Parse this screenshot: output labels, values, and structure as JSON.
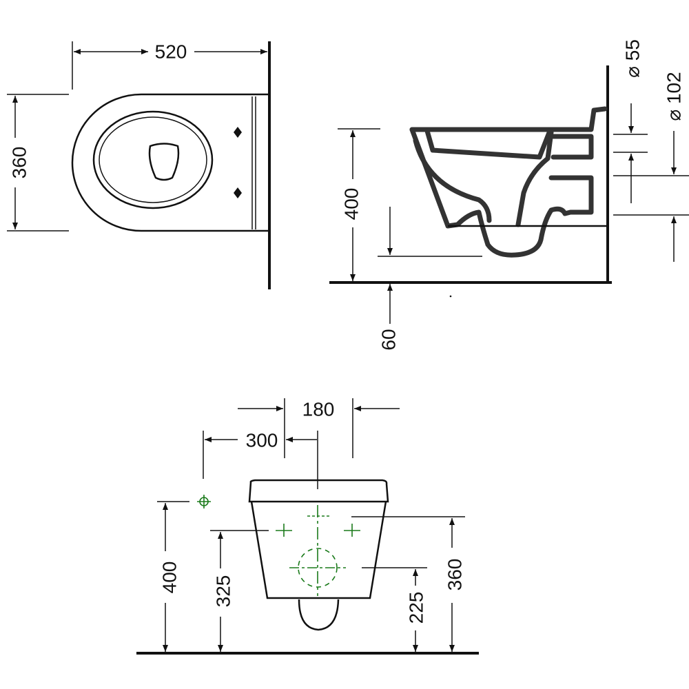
{
  "drawing": {
    "top_view": {
      "width_label": "520",
      "depth_label": "360"
    },
    "side_view": {
      "height_label": "400",
      "floor_offset_label": "60",
      "inlet_diameter_label": "⌀ 55",
      "outlet_diameter_label": "⌀ 102"
    },
    "front_view": {
      "fixing_spacing_label": "180",
      "water_inlet_offset_label": "300",
      "height_label": "400",
      "inlet_height_label": "325",
      "outlet_height_label": "225",
      "fixing_height_label": "360"
    },
    "colors": {
      "line": "#111111",
      "marker": "#1a7a1a"
    }
  }
}
